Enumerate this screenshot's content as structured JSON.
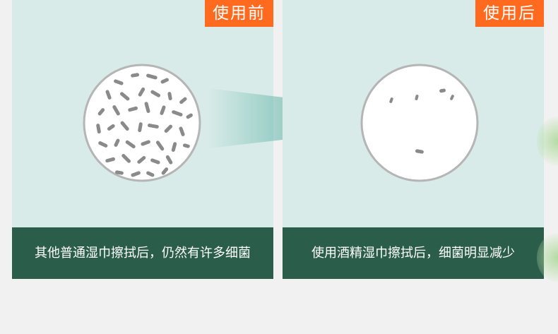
{
  "before_panel": {
    "tag_label": "使用前",
    "caption": "其他普通湿巾擦拭后，仍然有许多细菌"
  },
  "after_panel": {
    "tag_label": "使用后",
    "caption": "使用酒精湿巾擦拭后，细菌明显减少"
  },
  "colors": {
    "panel_background": "#d8ebe8",
    "tag_orange": "#ff6a1f",
    "caption_green": "#2b5e4a",
    "arrow_teal": "#5fb3a8",
    "bacteria_gray": "#8a8a8a"
  },
  "icons": {
    "before_visual": "bacteria-dense-circle-icon",
    "after_visual": "bacteria-sparse-circle-icon",
    "transition": "right-arrow-icon"
  }
}
